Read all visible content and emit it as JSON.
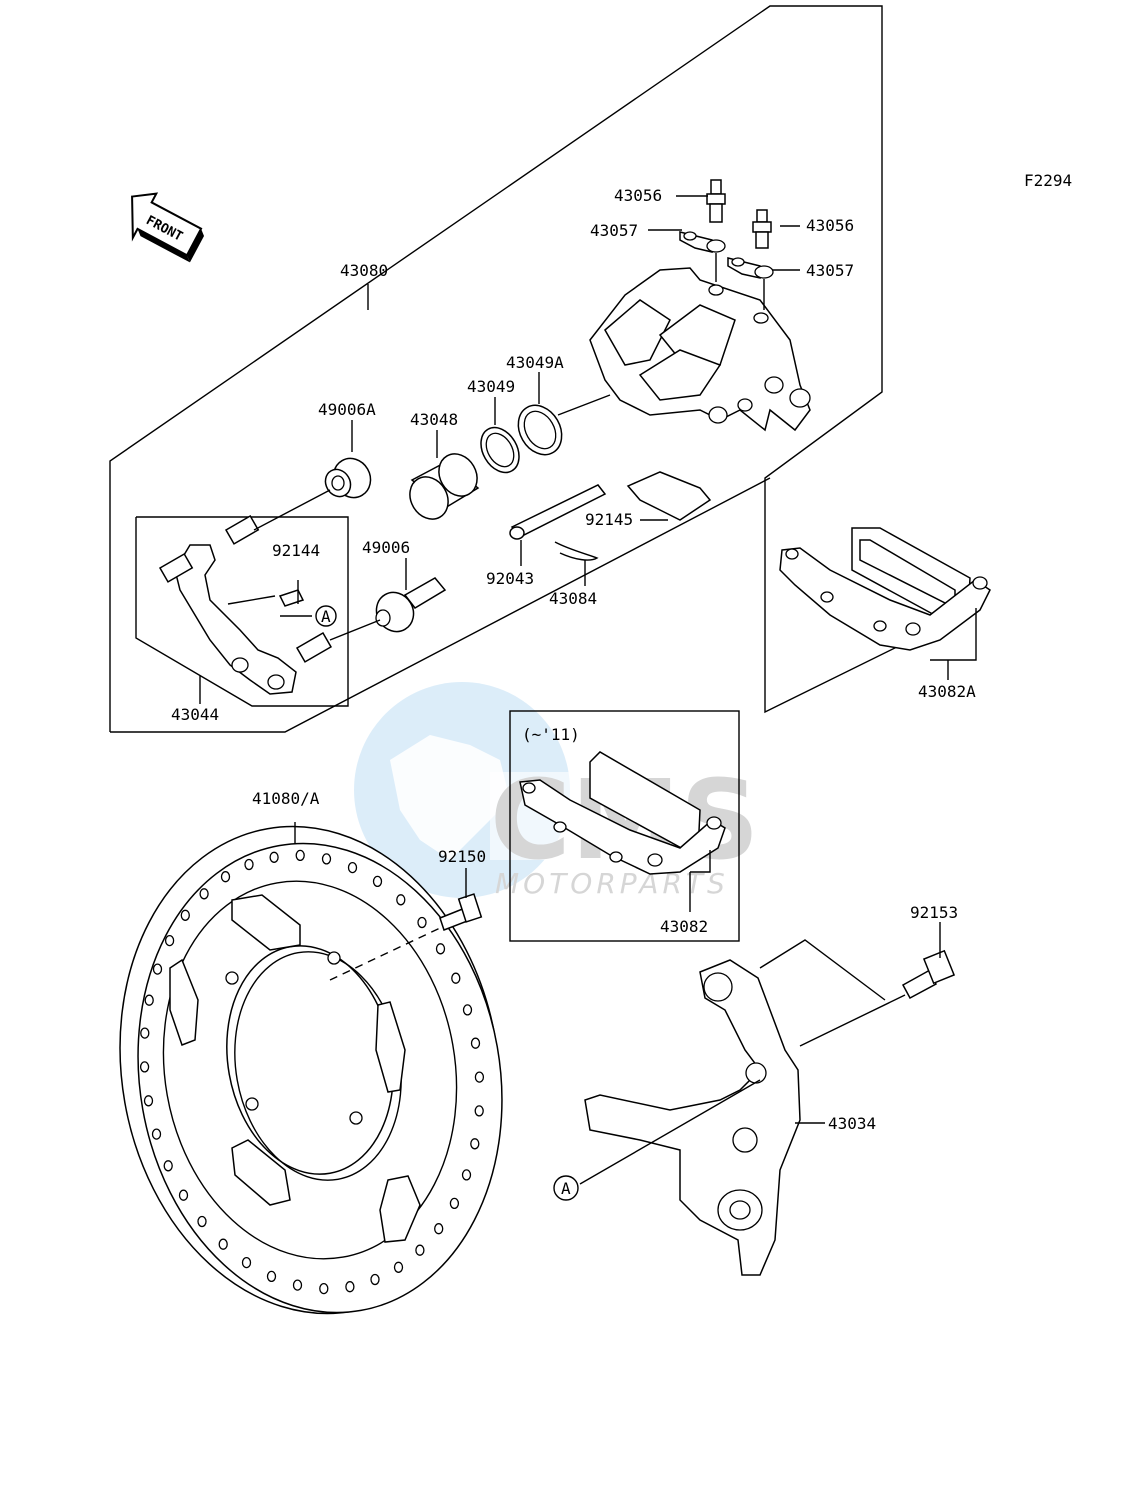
{
  "figure_code": "F2294",
  "front_arrow_text": "FRONT",
  "variant_box_label": "(~'11)",
  "callout_marker": "A",
  "watermark": {
    "brand": "CMS",
    "subtitle": "MOTORPARTS",
    "colors": {
      "globe": "#4aa3e0",
      "text": "#9a9a9a"
    }
  },
  "labels": {
    "p43080": "43080",
    "p43056a": "43056",
    "p43056b": "43056",
    "p43057a": "43057",
    "p43057b": "43057",
    "p43049A": "43049A",
    "p43049": "43049",
    "p43048": "43048",
    "p49006A": "49006A",
    "p92144": "92144",
    "p49006": "49006",
    "p92145": "92145",
    "p92043": "92043",
    "p43084": "43084",
    "p43044": "43044",
    "p43082A": "43082A",
    "p41080": "41080/A",
    "p92150": "92150",
    "p43082": "43082",
    "p92153": "92153",
    "p43034": "43034"
  }
}
